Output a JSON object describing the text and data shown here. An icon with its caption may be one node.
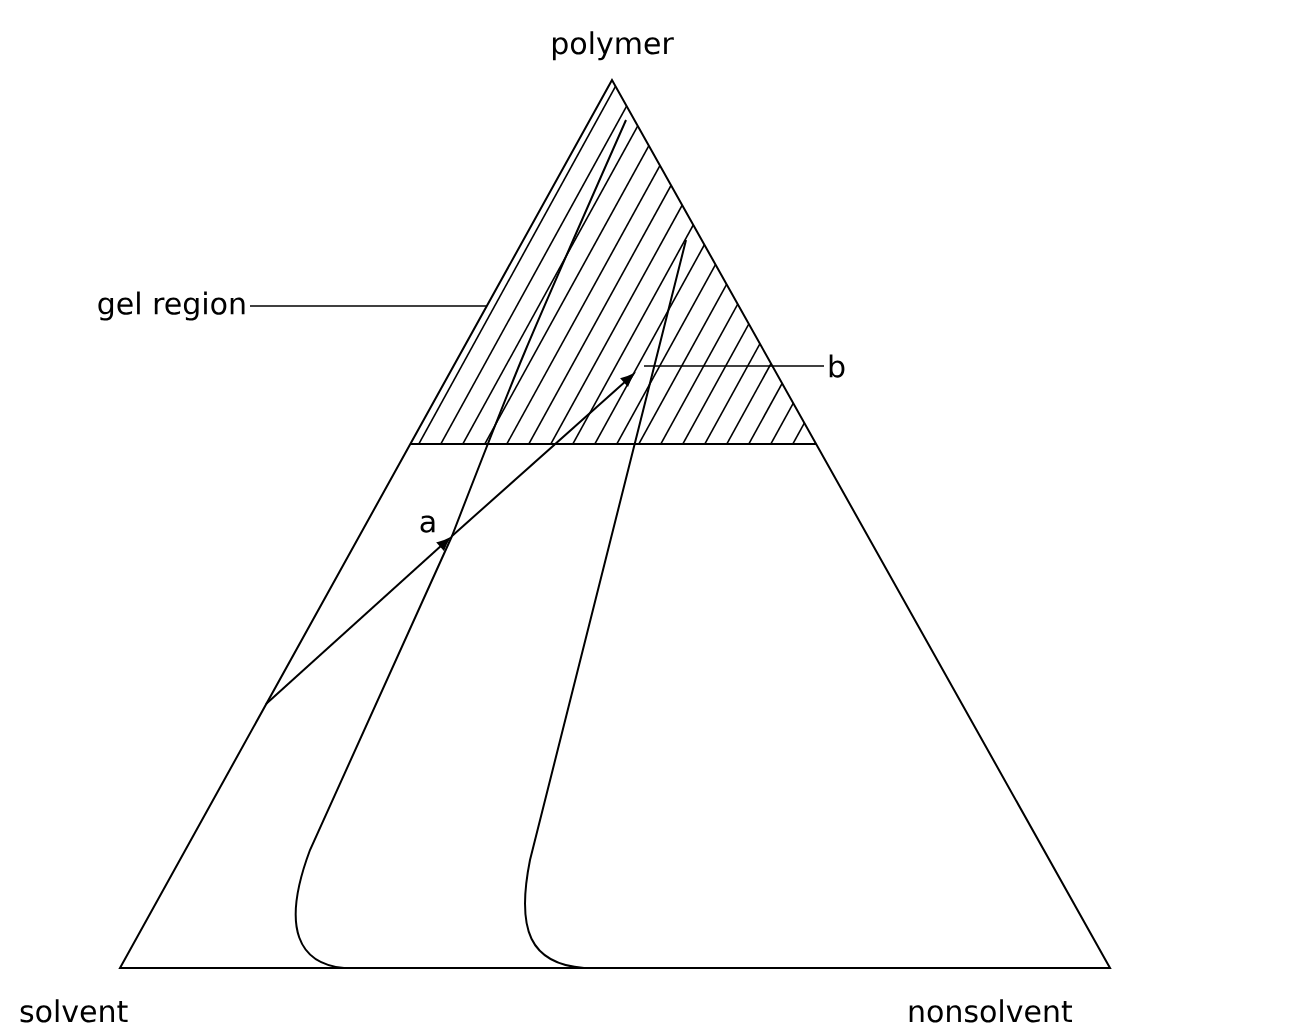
{
  "diagram": {
    "nodes": [
      {
        "text": [
          "gel region"
        ]
      },
      {
        "text": [],
        "shape": "triangle"
      },
      {
        "text": [
          "b"
        ]
      }
    ],
    "edges": [
      {
        "from": 0,
        "to": 1,
        "arrow": "none"
      },
      {
        "from": 2,
        "to": 1,
        "arrow": "none"
      }
    ],
    "labels": [
      "polymer",
      "a",
      "solvent",
      "nonsolvent"
    ]
  }
}
